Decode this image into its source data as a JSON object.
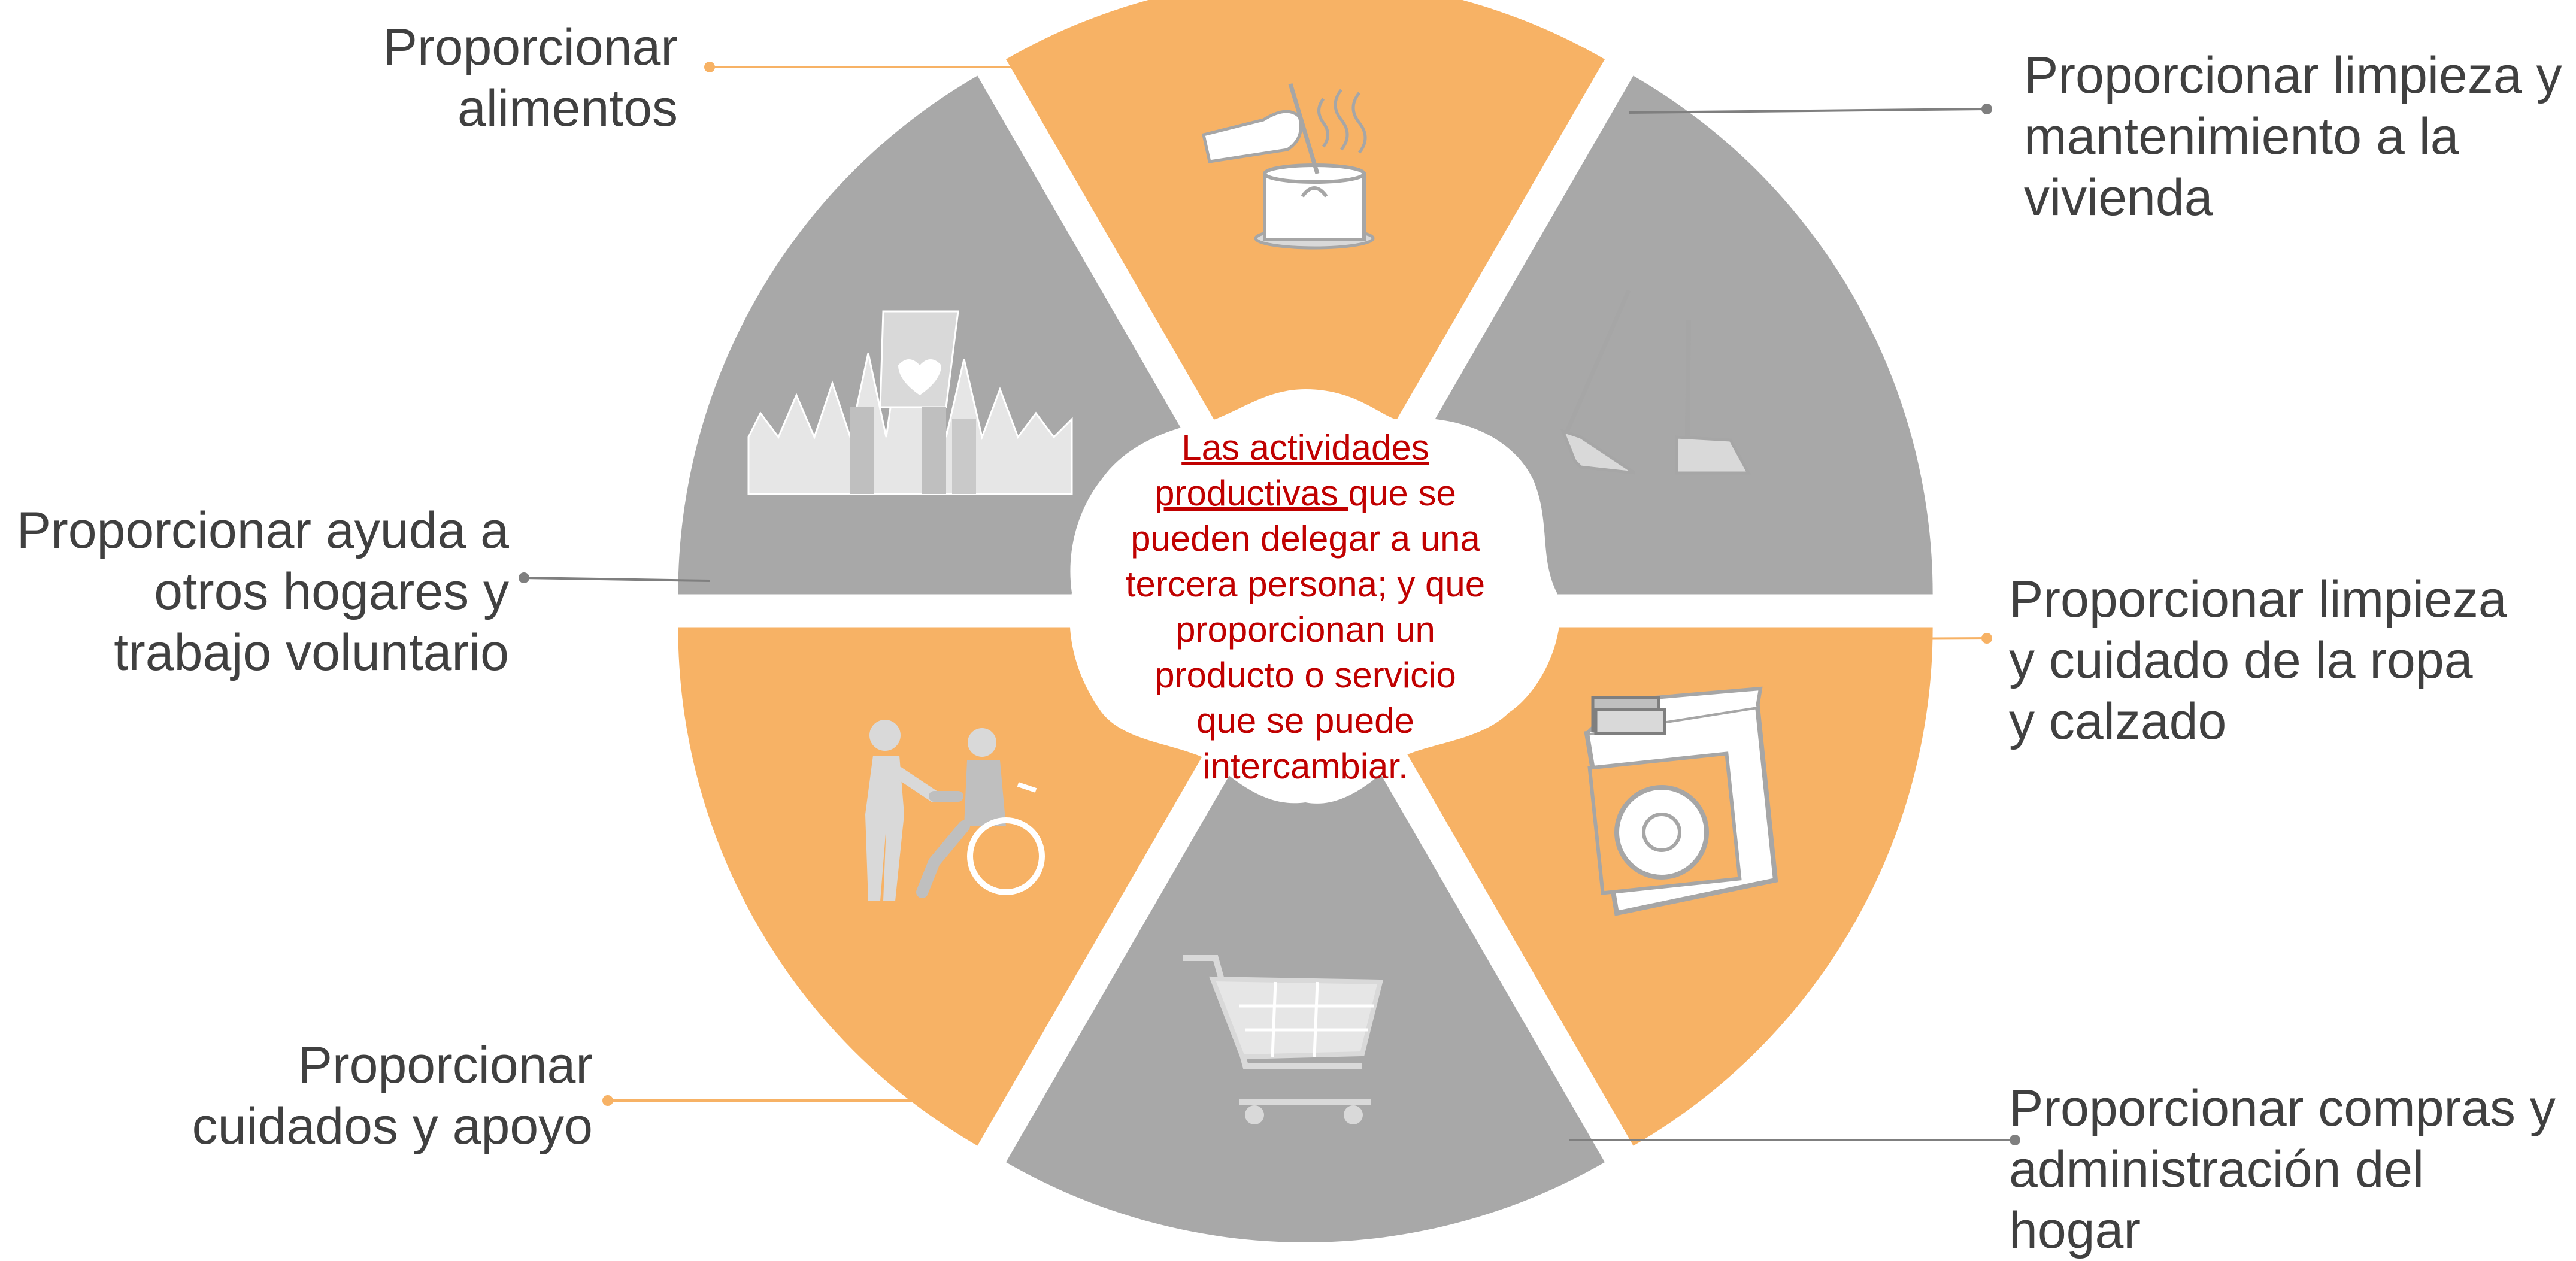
{
  "colors": {
    "orange": "#f7b265",
    "gray": "#a8a8a8",
    "label_text": "#404040",
    "center_text": "#c00000",
    "connector_orange": "#f7b265",
    "connector_gray": "#7f7f7f"
  },
  "center": {
    "text_underlined_1": "Las actividades",
    "text_underlined_2": "productivas ",
    "text_rest_2": "que se",
    "line3": "pueden delegar a una",
    "line4": "tercera persona; y que",
    "line5": "proporcionan un",
    "line6": "producto o servicio",
    "line7": "que se puede",
    "line8": "intercambiar."
  },
  "segments": [
    {
      "id": "alimentos",
      "color": "orange",
      "icon": "cooking-pot-icon",
      "label": [
        "Proporcionar",
        "alimentos"
      ]
    },
    {
      "id": "limpieza-vivienda",
      "color": "gray",
      "icon": "broom-dustpan-icon",
      "label": [
        "Proporcionar limpieza y",
        "mantenimiento a la",
        "vivienda"
      ]
    },
    {
      "id": "ropa-calzado",
      "color": "orange",
      "icon": "washing-machine-icon",
      "label": [
        "Proporcionar limpieza",
        "y cuidado de la ropa",
        "y calzado"
      ]
    },
    {
      "id": "compras",
      "color": "gray",
      "icon": "shopping-cart-icon",
      "label": [
        "Proporcionar compras y",
        "administración del",
        "hogar"
      ]
    },
    {
      "id": "cuidados",
      "color": "orange",
      "icon": "wheelchair-care-icon",
      "label": [
        "Proporcionar",
        "cuidados y apoyo"
      ]
    },
    {
      "id": "ayuda",
      "color": "gray",
      "icon": "raised-hands-icon",
      "label": [
        "Proporcionar ayuda a",
        "otros hogares y",
        "trabajo voluntario"
      ]
    }
  ]
}
